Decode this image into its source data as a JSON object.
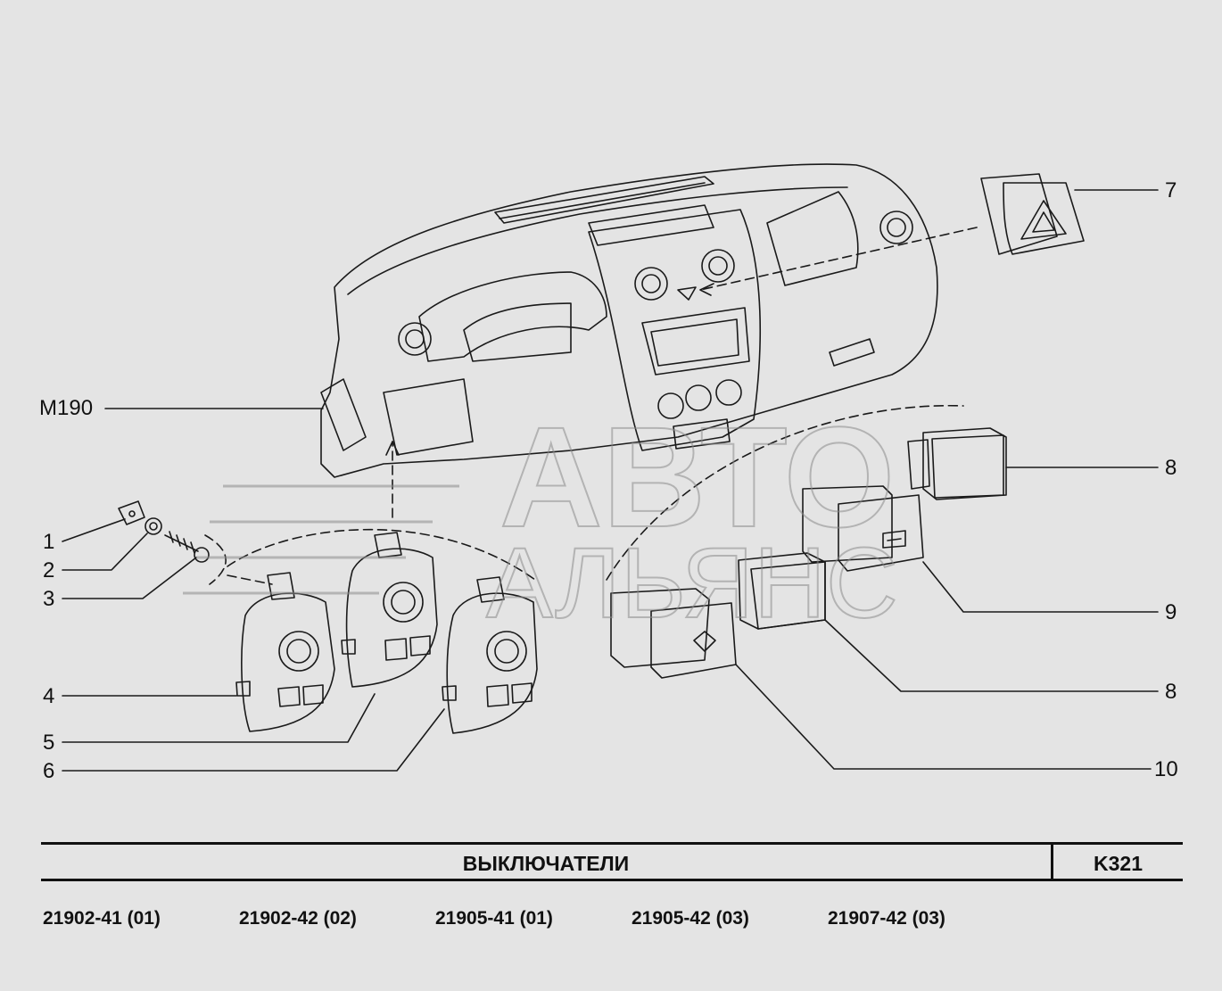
{
  "title": "ВЫКЛЮЧАТЕЛИ",
  "code": "K321",
  "models": [
    "21902-41 (01)",
    "21902-42 (02)",
    "21905-41 (01)",
    "21905-42 (03)",
    "21907-42 (03)"
  ],
  "callouts": {
    "c1": "1",
    "c2": "2",
    "c3": "3",
    "c4": "4",
    "c5": "5",
    "c6": "6",
    "c7": "7",
    "c8a": "8",
    "c8b": "8",
    "c9": "9",
    "c10": "10",
    "m190": "M190"
  },
  "watermark": {
    "line1": "АВТО",
    "line2": "АЛЬЯНС"
  }
}
